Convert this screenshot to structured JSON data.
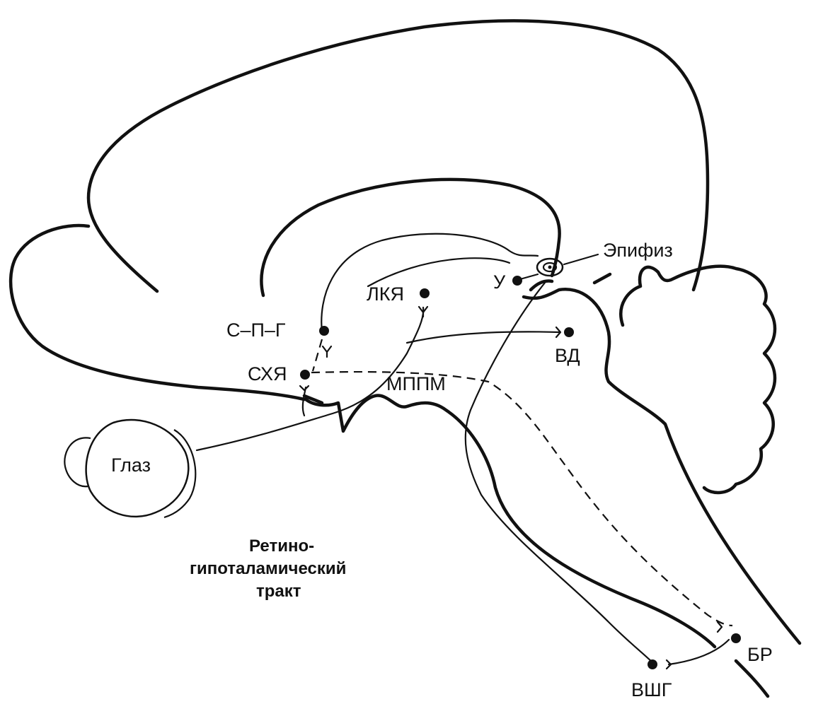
{
  "labels": {
    "epiphysis": "Эпифиз",
    "u": "У",
    "lkya": "ЛКЯ",
    "spg": "С–П–Г",
    "skhya": "СХЯ",
    "vd": "ВД",
    "mppm": "МППМ",
    "eye": "Глаз",
    "br": "БР",
    "vshg": "ВШГ"
  },
  "caption": {
    "line1": "Ретино-",
    "line2": "гипоталамический",
    "line3": "тракт"
  }
}
